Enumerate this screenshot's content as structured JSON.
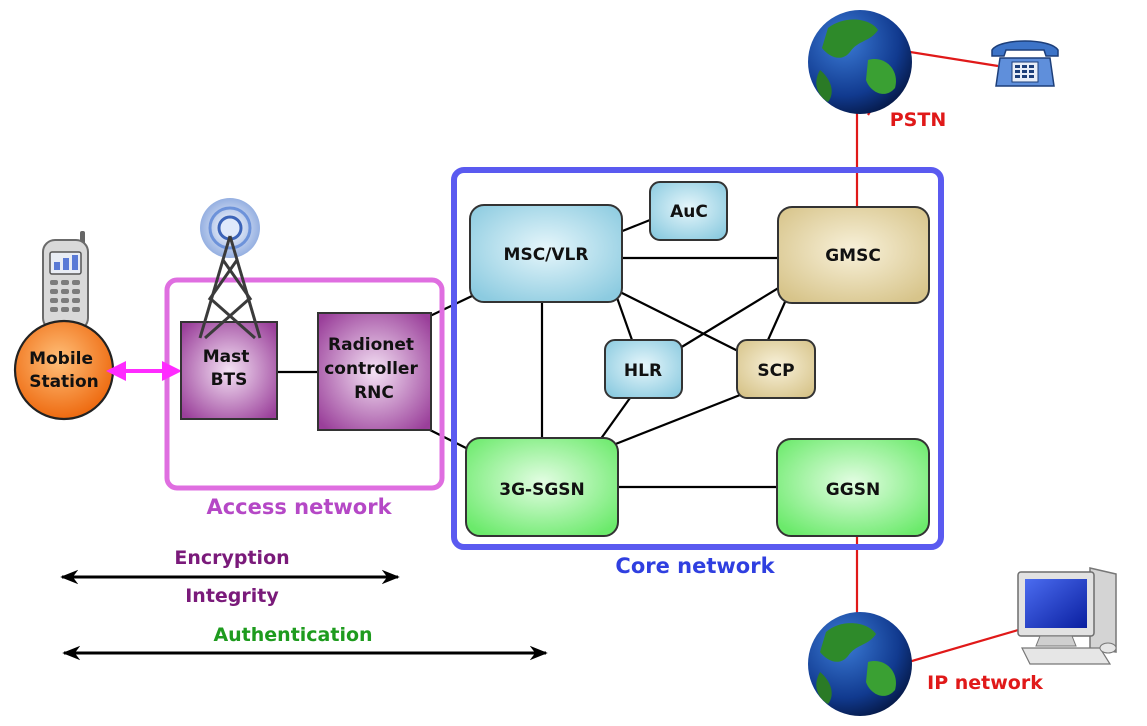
{
  "nodes": {
    "mobile_station": [
      "Mobile",
      "Station"
    ],
    "mast_bts": [
      "Mast",
      "BTS"
    ],
    "rnc": [
      "Radionet",
      "controller",
      "RNC"
    ],
    "msc_vlr": "MSC/VLR",
    "auc": "AuC",
    "gmsc": "GMSC",
    "hlr": "HLR",
    "scp": "SCP",
    "sgsn": "3G-SGSN",
    "ggsn": "GGSN"
  },
  "labels": {
    "access_network": "Access network",
    "core_network": "Core network",
    "pstn": "PSTN",
    "ip_network": "IP network",
    "encryption": "Encryption",
    "integrity": "Integrity",
    "authentication": "Authentication"
  },
  "colors": {
    "access_border": "#df6ee0",
    "core_border": "#5a5af0",
    "msc_fill": "#9fd4e6",
    "gmsc_fill": "#e3d29b",
    "sgsn_fill": "#8ef08e",
    "purple_fill": "#a452a4",
    "mobile_fill": "#f47a1e",
    "arrow_magenta": "#ff2bff",
    "link_red": "#e01919"
  },
  "icons": [
    "mobile-phone-icon",
    "radio-mast-icon",
    "globe-icon",
    "telephone-icon",
    "computer-icon"
  ]
}
